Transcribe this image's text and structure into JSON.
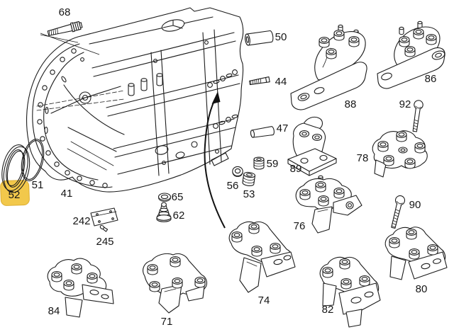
{
  "diagram": {
    "type": "mercedes-parts-diagram-transmission-mounting",
    "background_color": "#ffffff",
    "line_color": "#1c1c1c",
    "highlighted_part": "52",
    "highlight_color": "#F2C84B",
    "labels": {
      "41": "41",
      "44": "44",
      "47": "47",
      "50": "50",
      "51": "51",
      "52": "52",
      "53": "53",
      "56": "56",
      "59": "59",
      "62": "62",
      "65": "65",
      "68": "68",
      "71": "71",
      "74": "74",
      "76": "76",
      "78": "78",
      "80": "80",
      "82": "82",
      "84": "84",
      "86": "86",
      "88": "88",
      "89": "89",
      "90": "90",
      "92": "92",
      "242": "242",
      "245": "245"
    }
  }
}
